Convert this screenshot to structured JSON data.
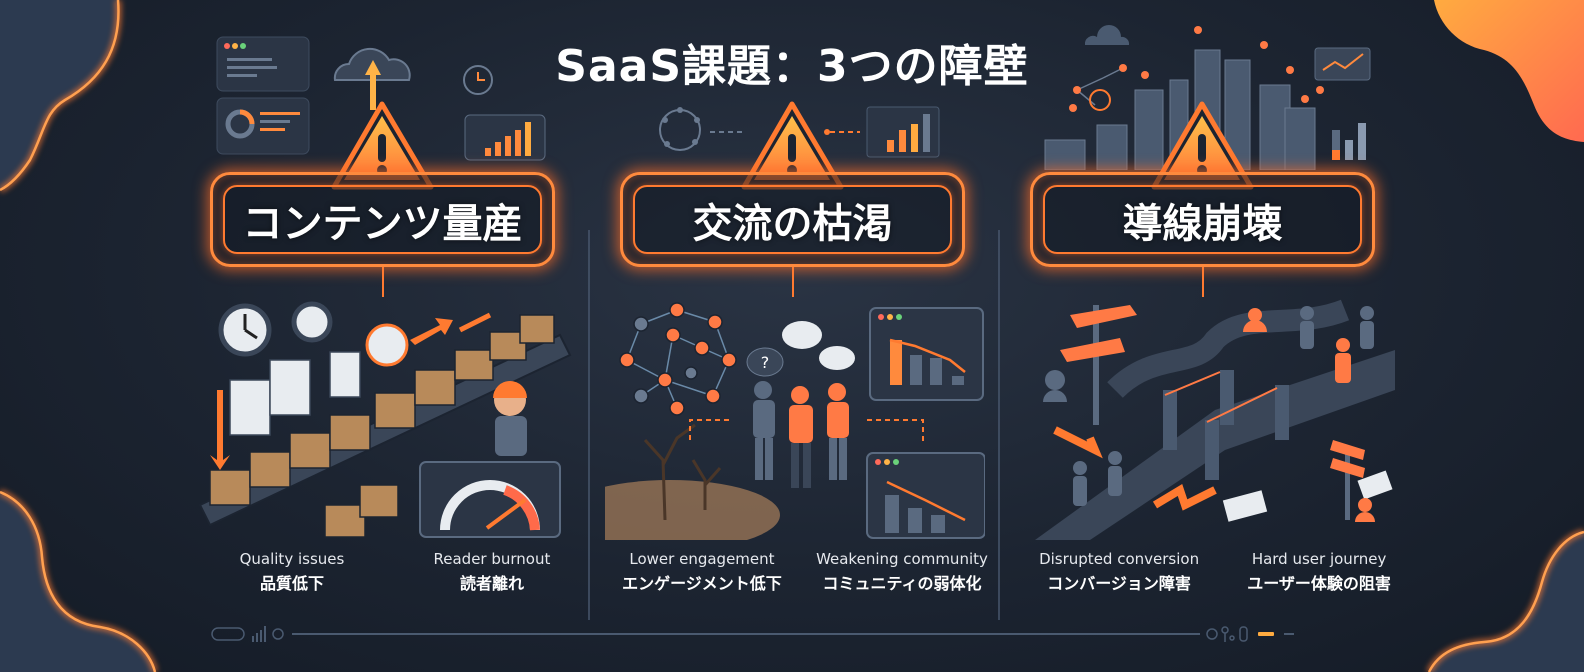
{
  "title": "SaaS課題：3つの障壁",
  "colors": {
    "background": "#1c2431",
    "accent_orange": "#ff8a3d",
    "warning_yellow": "#ffb347",
    "neutral_slate": "#5a6a80",
    "text": "#ffffff"
  },
  "panels": [
    {
      "heading": "コンテンツ量産",
      "icon": "warning-triangle-icon",
      "illustration": "content-conveyor-belt",
      "captions": [
        {
          "en": "Quality issues",
          "ja": "品質低下"
        },
        {
          "en": "Reader burnout",
          "ja": "読者離れ"
        }
      ]
    },
    {
      "heading": "交流の枯渇",
      "icon": "warning-triangle-icon",
      "illustration": "community-network-decline",
      "captions": [
        {
          "en": "Lower engagement",
          "ja": "エンゲージメント低下"
        },
        {
          "en": "Weakening community",
          "ja": "コミュニティの弱体化"
        }
      ]
    },
    {
      "heading": "導線崩壊",
      "icon": "warning-triangle-icon",
      "illustration": "broken-bridge-user-journey",
      "captions": [
        {
          "en": "Disrupted conversion",
          "ja": "コンバージョン障害"
        },
        {
          "en": "Hard user journey",
          "ja": "ユーザー体験の阻害"
        }
      ]
    }
  ],
  "footer": {
    "icons": [
      "pill-icon",
      "signal-bars-icon",
      "gear-icon",
      "compass-icon",
      "key-icon",
      "battery-icon"
    ]
  }
}
